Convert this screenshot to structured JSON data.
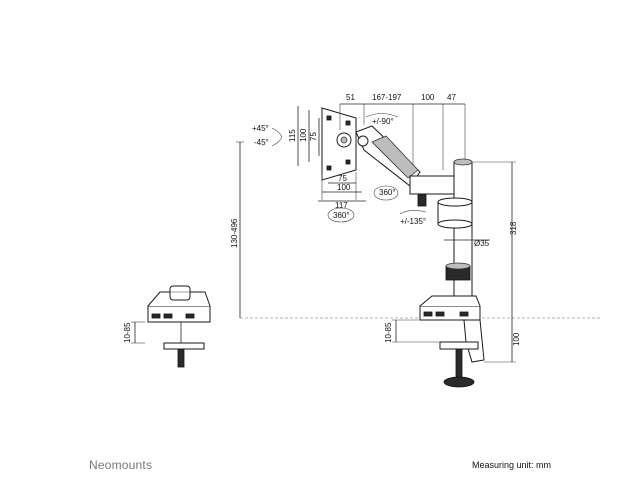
{
  "brand": "Neomounts",
  "measuring_unit": "Measuring unit: mm",
  "dimensions": {
    "d51": "51",
    "d167_197": "167-197",
    "d100_top": "100",
    "d47": "47",
    "tilt_up": "+45°",
    "tilt_down": "-45°",
    "h115": "115",
    "h100": "100",
    "h75": "75",
    "swivel_90": "+/-90°",
    "w75": "75",
    "w100": "100",
    "w117": "117",
    "rot_360_arm": "360°",
    "rot_360_plate": "360°",
    "rot_135": "+/-135°",
    "pole_dia": "Ø35",
    "height_range": "130-496",
    "pole_height": "318",
    "clamp_thickness_left": "10-85",
    "clamp_thickness_right": "10-85",
    "clamp_height": "100"
  }
}
